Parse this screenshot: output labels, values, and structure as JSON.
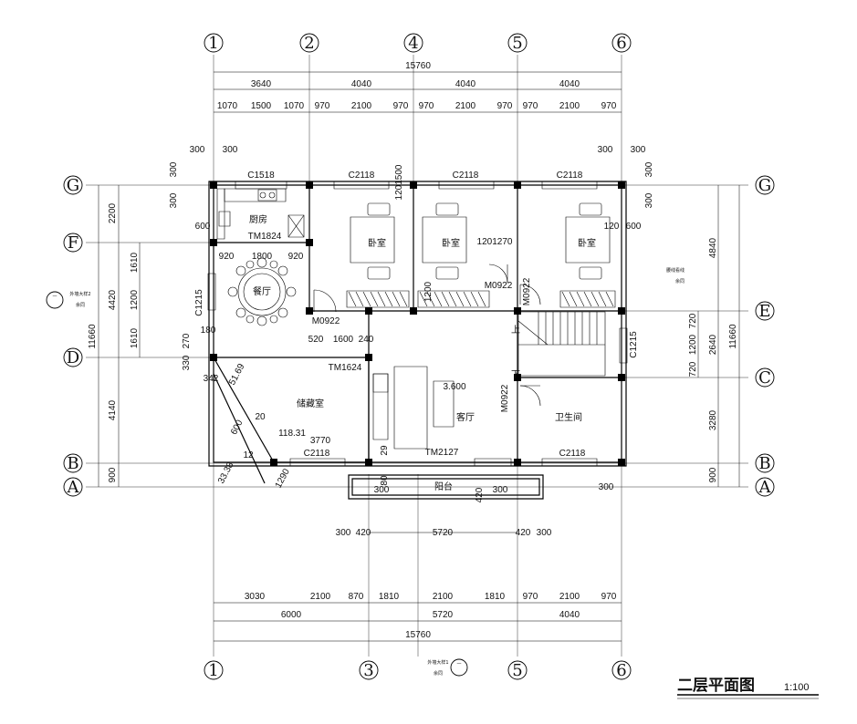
{
  "drawing": {
    "title": "二层平面图",
    "scale": "1:100"
  },
  "axes": {
    "top": [
      "1",
      "2",
      "4",
      "5",
      "6"
    ],
    "bottom": [
      "1",
      "3",
      "5",
      "6"
    ],
    "left": [
      "G",
      "F",
      "D",
      "B",
      "A"
    ],
    "right": [
      "G",
      "E",
      "C",
      "B",
      "A"
    ]
  },
  "rooms": {
    "kitchen": "厨房",
    "dining": "餐厅",
    "bedroom": "卧室",
    "storage": "储藏室",
    "living": "客厅",
    "bathroom": "卫生间",
    "balcony": "阳台",
    "stair_up": "上",
    "stair_down": "下"
  },
  "tags": {
    "c1518": "C1518",
    "c2118": "C2118",
    "c1215": "C1215",
    "tm1824": "TM1824",
    "tm1624": "TM1624",
    "tm2127": "TM2127",
    "m0922": "M0922",
    "level": "3.600",
    "waist_line": "腰线看线",
    "waist_note": "余同",
    "ext_detail": "外墙大样1",
    "ext_detail2": "外墙大样2",
    "detail_note": "余同",
    "detail_ref": "一"
  },
  "dims": {
    "top_total": "15760",
    "top_seg": [
      "3640",
      "4040",
      "4040",
      "4040"
    ],
    "top_sub": [
      "1070",
      "1500",
      "1070",
      "970",
      "2100",
      "970",
      "970",
      "2100",
      "970",
      "970",
      "2100",
      "970"
    ],
    "bottom_sub": [
      "3030",
      "2100",
      "870",
      "1810",
      "2100",
      "1810",
      "970",
      "2100",
      "970"
    ],
    "bottom_seg": [
      "6000",
      "5720",
      "4040"
    ],
    "bottom_total": "15760",
    "balcony": [
      "300",
      "420",
      "5720",
      "420",
      "300"
    ],
    "left": [
      "2200",
      "4420",
      "1610",
      "1200",
      "1610",
      "4140",
      "900",
      "11660",
      "270",
      "330",
      "300",
      "300"
    ],
    "right": [
      "4840",
      "2640",
      "720",
      "1200",
      "720",
      "3280",
      "900",
      "11660",
      "300",
      "300"
    ],
    "misc": [
      "300",
      "300",
      "300",
      "300",
      "600",
      "920",
      "1800",
      "920",
      "520",
      "1600",
      "240",
      "600",
      "120",
      "1201270",
      "1201500",
      "1200",
      "180",
      "342",
      "51.69",
      "1290",
      "3770",
      "118.31",
      "33.38",
      "600",
      "12",
      "20",
      "300",
      "420",
      "300",
      "300",
      "80",
      "29"
    ]
  }
}
